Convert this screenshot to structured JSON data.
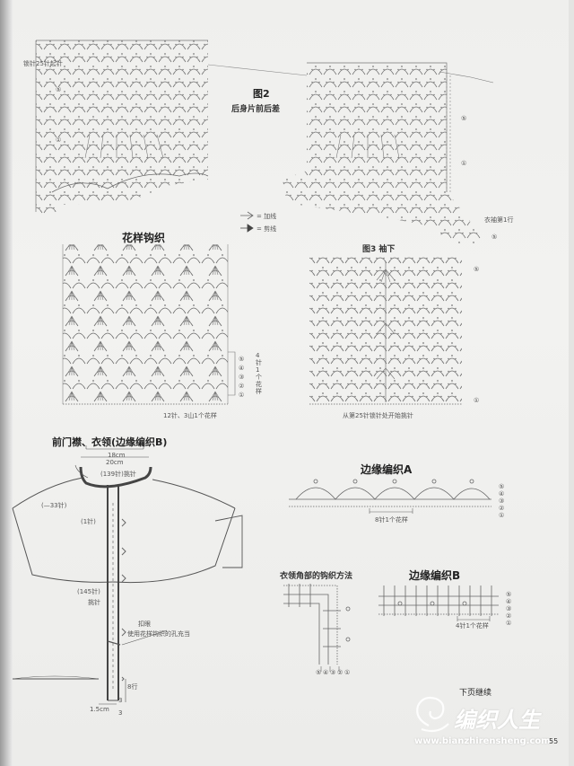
{
  "fig2": {
    "title": "图2",
    "subtitle": "后身片前后差",
    "left_note": "锁针25针起针",
    "right_note": "衣袖第1行",
    "row_marks_left": [
      "⑤",
      "①"
    ],
    "row_marks_right": [
      "⑤",
      "①",
      "⑤"
    ],
    "legend_increase": "= 加线",
    "legend_cut": "= 剪线"
  },
  "pattern": {
    "title": "花样钩织",
    "caption": "12针、3山1个花样",
    "side_note": "4针1个花样",
    "row_marks": [
      "⑤",
      "④",
      "③",
      "②",
      "①"
    ]
  },
  "fig3": {
    "title": "图3 袖下",
    "caption": "从第25针锁针处开始挑针",
    "row_marks": [
      "⑤",
      "①"
    ]
  },
  "front": {
    "title": "前门襟、衣领(边缘编织B)",
    "width_outer": "18cm",
    "width_inner": "20cm",
    "neck_stitches": "(139针)挑针",
    "minus_33": "(—33针)",
    "one_stitch": "(1针)",
    "stitches_145": "(145针)",
    "pick_up": "挑针",
    "button": "扣眼",
    "button_note": "使用花样钩织的孔充当",
    "height_marks": [
      "8行",
      "3",
      "3"
    ],
    "bottom_cm": "1.5cm"
  },
  "edging_a": {
    "title": "边缘编织A",
    "caption": "8针1个花样",
    "row_marks": [
      "⑤",
      "④",
      "③",
      "②",
      "①"
    ]
  },
  "corner": {
    "title": "衣领角部的钩织方法",
    "row_marks": [
      "⑤",
      "④",
      "③",
      "②",
      "①"
    ]
  },
  "edging_b": {
    "title": "边缘编织B",
    "caption": "4针1个花样",
    "row_marks": [
      "⑤",
      "④",
      "③",
      "②",
      "①"
    ]
  },
  "footer": {
    "next_page": "下页继续",
    "page_number": "55",
    "watermark_brand": "编织人生",
    "watermark_url": "www.bianzhirensheng.com"
  }
}
